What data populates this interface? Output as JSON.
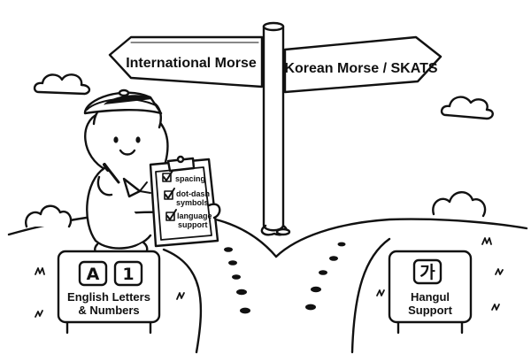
{
  "signpost": {
    "left_sign": "International Morse",
    "right_sign": "Korean Morse / SKATS"
  },
  "clipboard": {
    "items": [
      {
        "label_lines": [
          "spacing"
        ]
      },
      {
        "label_lines": [
          "dot-dash",
          "symbols"
        ]
      },
      {
        "label_lines": [
          "language",
          "support"
        ]
      }
    ]
  },
  "left_board": {
    "keys": [
      "A",
      "1"
    ],
    "label_lines": [
      "English Letters",
      "& Numbers"
    ]
  },
  "right_board": {
    "key": "가",
    "label_lines": [
      "Hangul",
      "Support"
    ]
  },
  "colors": {
    "ink": "#111111",
    "paper": "#ffffff"
  }
}
